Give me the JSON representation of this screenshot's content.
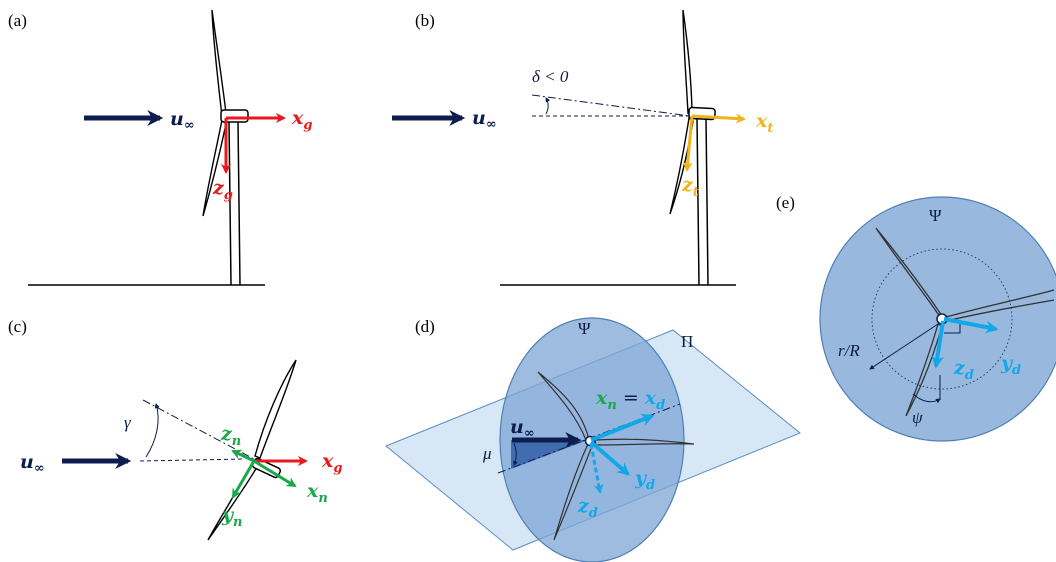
{
  "panels": {
    "a": {
      "label": "(a)",
      "u_main": "u",
      "u_sub": "∞",
      "x_main": "x",
      "x_sub": "g",
      "z_main": "z",
      "z_sub": "g"
    },
    "b": {
      "label": "(b)",
      "u_main": "u",
      "u_sub": "∞",
      "x_main": "x",
      "x_sub": "t",
      "z_main": "z",
      "z_sub": "t",
      "angle_text": "δ < 0"
    },
    "c": {
      "label": "(c)",
      "u_main": "u",
      "u_sub": "∞",
      "gamma": "γ",
      "zn_main": "z",
      "zn_sub": "n",
      "xg_main": "x",
      "xg_sub": "g",
      "xn_main": "x",
      "xn_sub": "n",
      "yn_main": "y",
      "yn_sub": "n"
    },
    "d": {
      "label": "(d)",
      "psi_upper": "Ψ",
      "pi_upper": "Π",
      "u_main": "u",
      "u_sub": "∞",
      "mu": "μ",
      "eq_left_main": "x",
      "eq_left_sub": "n",
      "eq_sign": " = ",
      "eq_right_main": "x",
      "eq_right_sub": "d",
      "yd_main": "y",
      "yd_sub": "d",
      "zd_main": "z",
      "zd_sub": "d"
    },
    "e": {
      "label": "(e)",
      "psi_upper": "Ψ",
      "r_over_R": "r/R",
      "yd_main": "y",
      "yd_sub": "d",
      "zd_main": "z",
      "zd_sub": "d",
      "psi_lower": "ψ"
    }
  },
  "colors": {
    "navy": "#0d1d4f",
    "red": "#e8181c",
    "gold": "#f2b418",
    "green": "#1aa84a",
    "cyan": "#12a8e8",
    "disk_fill": "#7ea6d6",
    "plane_fill": "#c9dff2"
  }
}
